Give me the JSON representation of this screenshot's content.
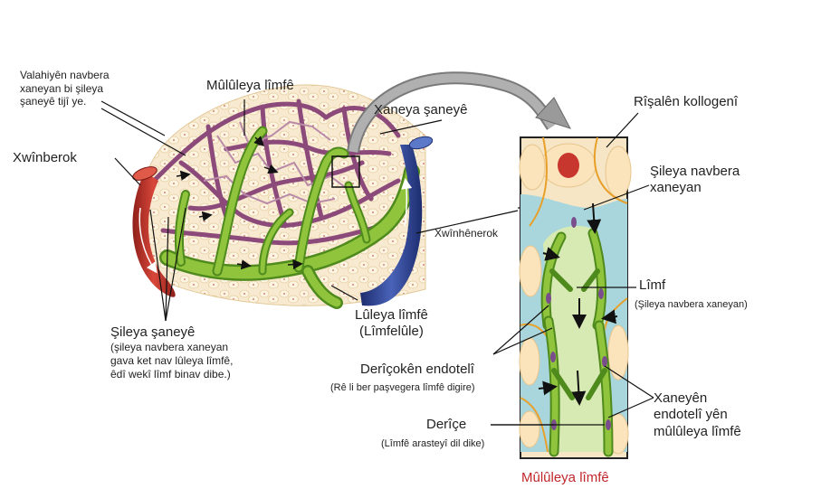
{
  "labels": {
    "interstitial_note": [
      "Valahiyên navbera",
      "xaneyan bi şileya",
      "şaneyê tijî ye."
    ],
    "capillary_top": "Mûlûleya lîmfê",
    "artery": "Xwînberok",
    "tissue_cells": "Xaneya şaneyê",
    "vein": "Xwînhênerok",
    "lymph_vessel": [
      "Lûleya lîmfê",
      "(Lîmfelûle)"
    ],
    "tissue_fluid": [
      "Şileya şaneyê",
      "(şileya navbera xaneyan",
      "gava ket nav lûleya lîmfê,",
      "êdî wekî lîmf binav dibe.)"
    ],
    "collagen": "Rîşalên kollogenî",
    "interstitial_fluid": [
      "Şileya navbera",
      "xaneyan"
    ],
    "lymph": "Lîmf",
    "lymph_sub": "(Şileya navbera xaneyan)",
    "endothelial_flaps": "Derîçokên endotelî",
    "endothelial_flaps_sub": "(Rê li ber paşvegera lîmfê digire)",
    "endothelial_cells": [
      "Xaneyên",
      "endotelî yên",
      "mûlûleya lîmfê"
    ],
    "door": "Derîçe",
    "door_sub": "(Lîmfê arasteyî dil dike)",
    "capillary_bottom": "Mûlûleya lîmfê"
  },
  "colors": {
    "artery": "#c0392b",
    "vein": "#2a3f8f",
    "capillary_net": "#8c4a7a",
    "lymph": "#8fc43c",
    "lymph_dark": "#4f8a1d",
    "tissue": "#f6e6c6",
    "interstitial": "#a8d6dc",
    "collagen": "#e8a02a",
    "nucleus": "#c8372d",
    "accent_red": "#c0262b"
  }
}
